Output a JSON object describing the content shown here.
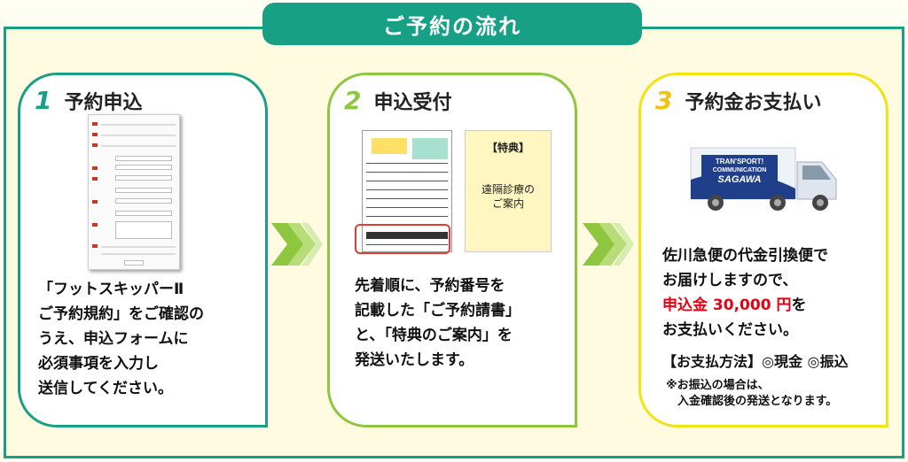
{
  "header": {
    "title": "ご予約の流れ"
  },
  "steps": [
    {
      "number": "1",
      "title": "予約申込",
      "text": "「フットスキッパーⅡ\nご予約規約」をご確認の\nうえ、申込フォームに\n必須事項を入力し\n送信してください。"
    },
    {
      "number": "2",
      "title": "申込受付",
      "text": "先着順に、予約番号を\n記載した「ご予約請書」\nと、「特典のご案内」を\n発送いたします。",
      "tokuten_label": "【特典】",
      "tokuten_text": "遠隔診療の\nご案内"
    },
    {
      "number": "3",
      "title": "予約金お支払い",
      "text_before": "佐川急便の代金引換便で\nお届けしますので、\n",
      "amount": "申込金 30,000 円",
      "text_after": "を\nお支払いください。",
      "pay_method": "【お支払方法】◎現金 ◎振込",
      "note": "※お振込の場合は、\n　入金確認後の発送となります。",
      "truck_logo_line1": "TRAN'SPORT!",
      "truck_logo_line2": "COMMUNICATION",
      "truck_logo_line3": "SAGAWA"
    }
  ],
  "colors": {
    "teal": "#17a085",
    "green": "#8ec63f",
    "yellow": "#f2e312",
    "red": "#e60012"
  }
}
